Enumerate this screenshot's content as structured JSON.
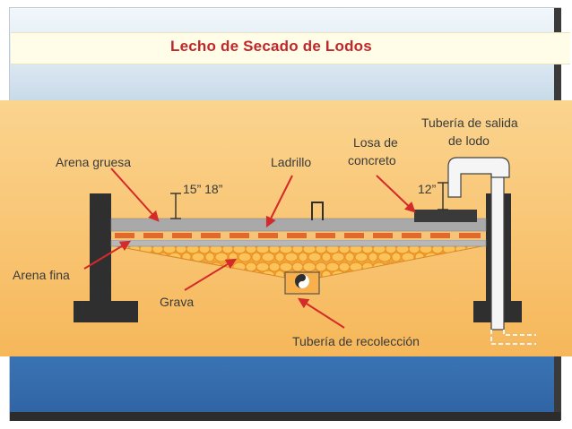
{
  "slide": {
    "title": "Lecho de Secado de Lodos"
  },
  "diagram": {
    "labels": {
      "arena_gruesa": "Arena gruesa",
      "ladrillo": "Ladrillo",
      "losa_line1": "Losa de",
      "losa_line2": "concreto",
      "tuberia_salida_line1": "Tubería de salida",
      "tuberia_salida_line2": "de lodo",
      "dim_left": "15” 18”",
      "dim_right": "12”",
      "arena_fina": "Arena fina",
      "grava": "Grava",
      "tuberia_recoleccion": "Tubería de recolección"
    },
    "colors": {
      "background": "#f8c673",
      "arrow": "#d42a2a",
      "wall": "#2f2f2f",
      "sand_coarse": "#a9a9a9",
      "brick": "#e06a2a",
      "gravel": "#f2a43a"
    }
  }
}
